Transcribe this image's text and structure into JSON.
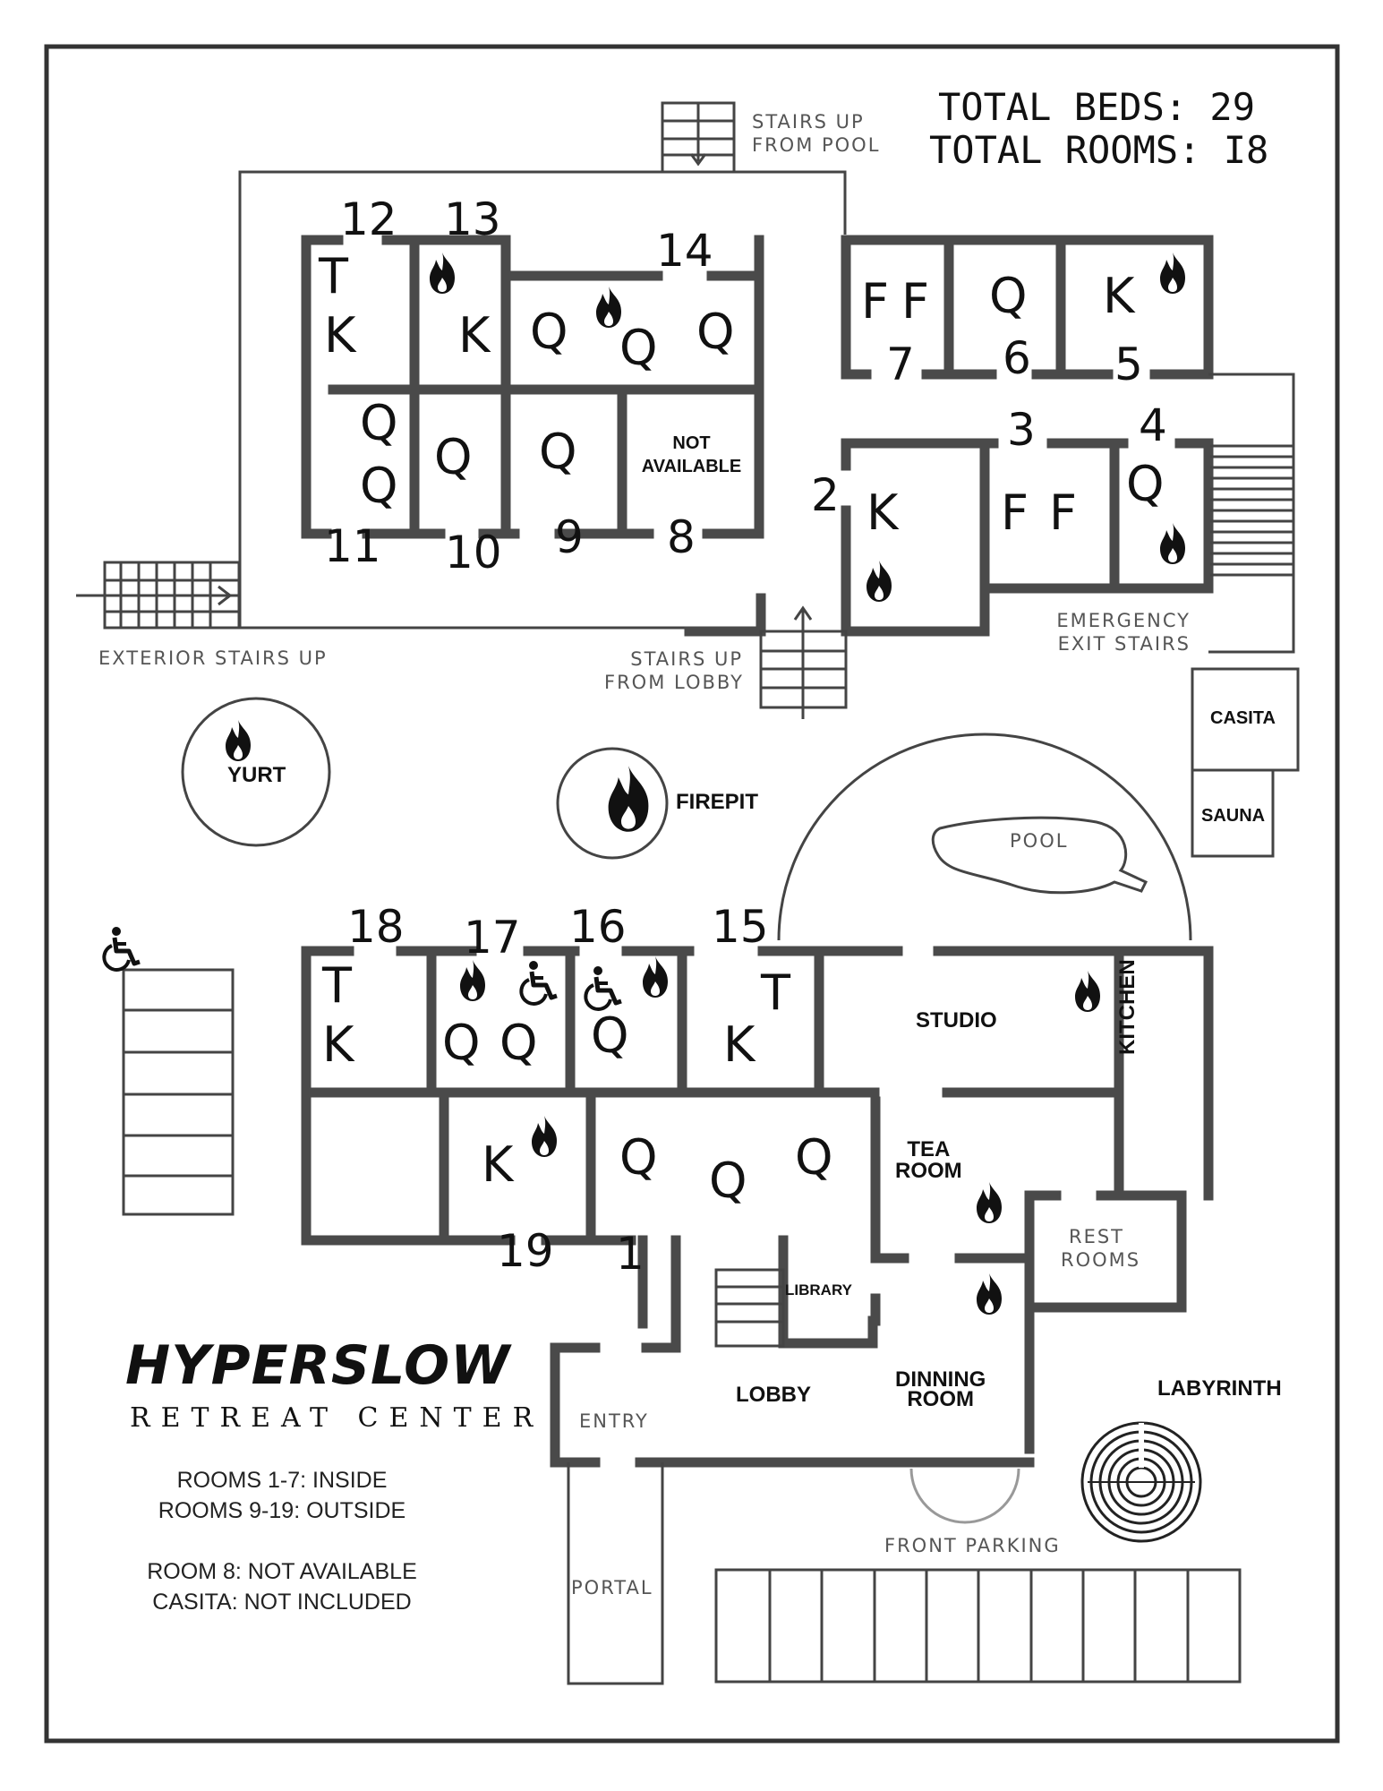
{
  "totals": {
    "beds": "TOTAL BEDS: 29",
    "rooms": "TOTAL ROOMS: I8"
  },
  "brand": {
    "name": "HYPERSLOW",
    "subtitle": "RETREAT CENTER"
  },
  "notes": {
    "line1": "ROOMS 1-7: INSIDE",
    "line2": "ROOMS 9-19: OUTSIDE",
    "line3": "ROOM 8: NOT AVAILABLE",
    "line4": "CASITA: NOT INCLUDED"
  },
  "areas": {
    "stairs_pool_1": "STAIRS UP",
    "stairs_pool_2": "FROM POOL",
    "stairs_lobby_1": "STAIRS UP",
    "stairs_lobby_2": "FROM LOBBY",
    "exterior_stairs": "EXTERIOR STAIRS UP",
    "emergency_1": "EMERGENCY",
    "emergency_2": "EXIT STAIRS",
    "casita": "CASITA",
    "sauna": "SAUNA",
    "yurt": "YURT",
    "firepit": "FIREPIT",
    "pool": "POOL",
    "studio": "STUDIO",
    "kitchen": "KITCHEN",
    "tea_1": "TEA",
    "tea_2": "ROOM",
    "rest_1": "REST",
    "rest_2": "ROOMS",
    "library": "LIBRARY",
    "lobby": "LOBBY",
    "entry": "ENTRY",
    "dining_1": "DINNING",
    "dining_2": "ROOM",
    "labyrinth": "LABYRINTH",
    "front_parking": "FRONT PARKING",
    "portal": "PORTAL",
    "na_1": "NOT",
    "na_2": "AVAILABLE"
  },
  "rooms": {
    "r1": "1",
    "r2": "2",
    "r3": "3",
    "r4": "4",
    "r5": "5",
    "r6": "6",
    "r7": "7",
    "r8": "8",
    "r9": "9",
    "r10": "10",
    "r11": "11",
    "r12": "12",
    "r13": "13",
    "r14": "14",
    "r15": "15",
    "r16": "16",
    "r17": "17",
    "r18": "18",
    "r19": "19"
  },
  "beds": {
    "t": "T",
    "k": "K",
    "q": "Q",
    "f": "F"
  },
  "icons": {
    "fire": "fireplace-icon",
    "accessible": "wheelchair-icon"
  },
  "colors": {
    "wall": "#4a4a4a",
    "border": "#333333",
    "text": "#111111"
  }
}
